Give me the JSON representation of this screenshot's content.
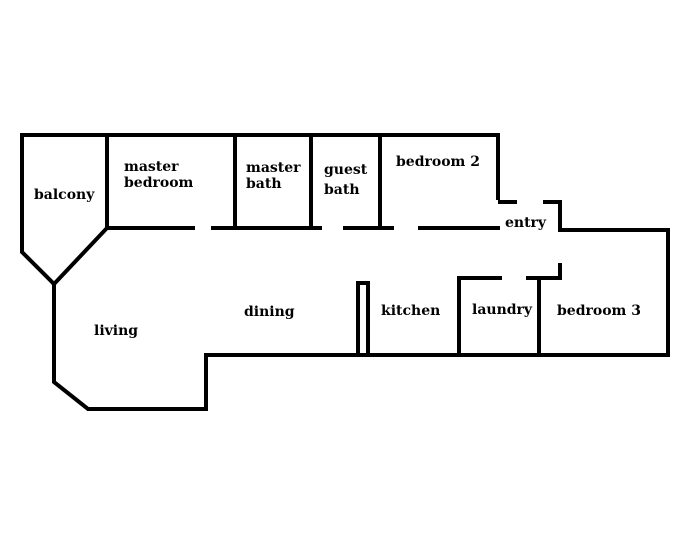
{
  "rooms": {
    "balcony": [
      "balcony"
    ],
    "master_bedroom": [
      "master",
      "bedroom"
    ],
    "master_bath": [
      "master",
      "bath"
    ],
    "guest_bath": [
      "guest",
      "bath"
    ],
    "bedroom_2": [
      "bedroom 2"
    ],
    "entry": [
      "entry"
    ],
    "living": [
      "living"
    ],
    "dining": [
      "dining"
    ],
    "kitchen": [
      "kitchen"
    ],
    "laundry": [
      "laundry"
    ],
    "bedroom_3": [
      "bedroom 3"
    ]
  },
  "colors": {
    "wall": "#000000",
    "background": "#ffffff"
  }
}
